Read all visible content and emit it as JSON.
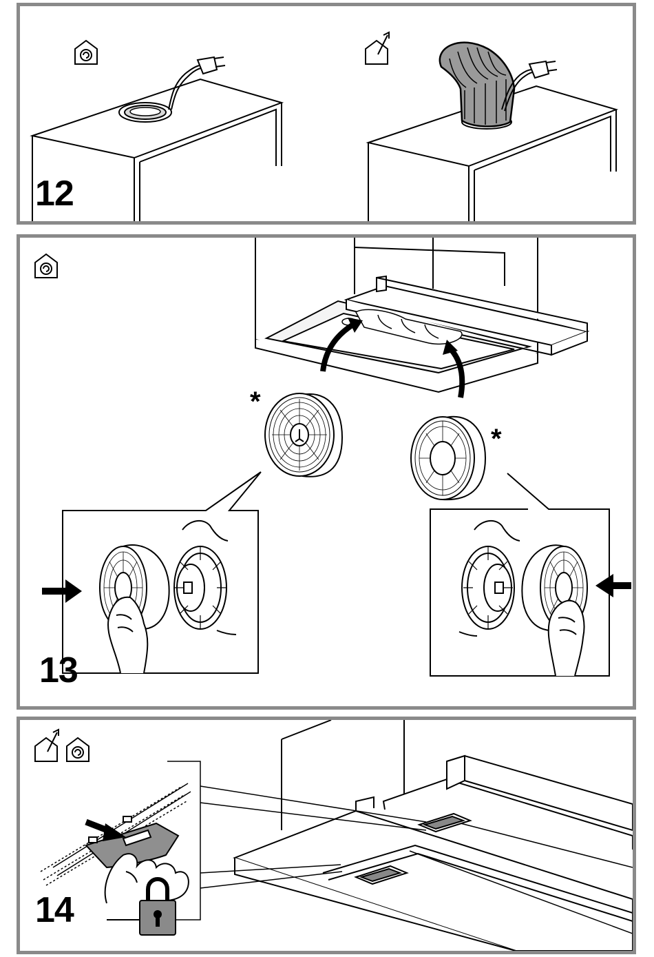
{
  "steps": {
    "step12": {
      "number": "12",
      "modes": [
        "recirculation-icon",
        "extraction-icon"
      ]
    },
    "step13": {
      "number": "13",
      "mode": "recirculation-icon",
      "marker": "*"
    },
    "step14": {
      "number": "14",
      "modes": [
        "extraction-icon",
        "recirculation-icon"
      ]
    }
  },
  "colors": {
    "panel_border": "#8a8a8a",
    "line": "#000000",
    "duct_fill": "#9a9a9a",
    "filter_fill": "#ffffff",
    "clip_fill": "#8f8f8f",
    "hand_fill": "#ffffff",
    "lock_fill": "#8a8a8a"
  }
}
